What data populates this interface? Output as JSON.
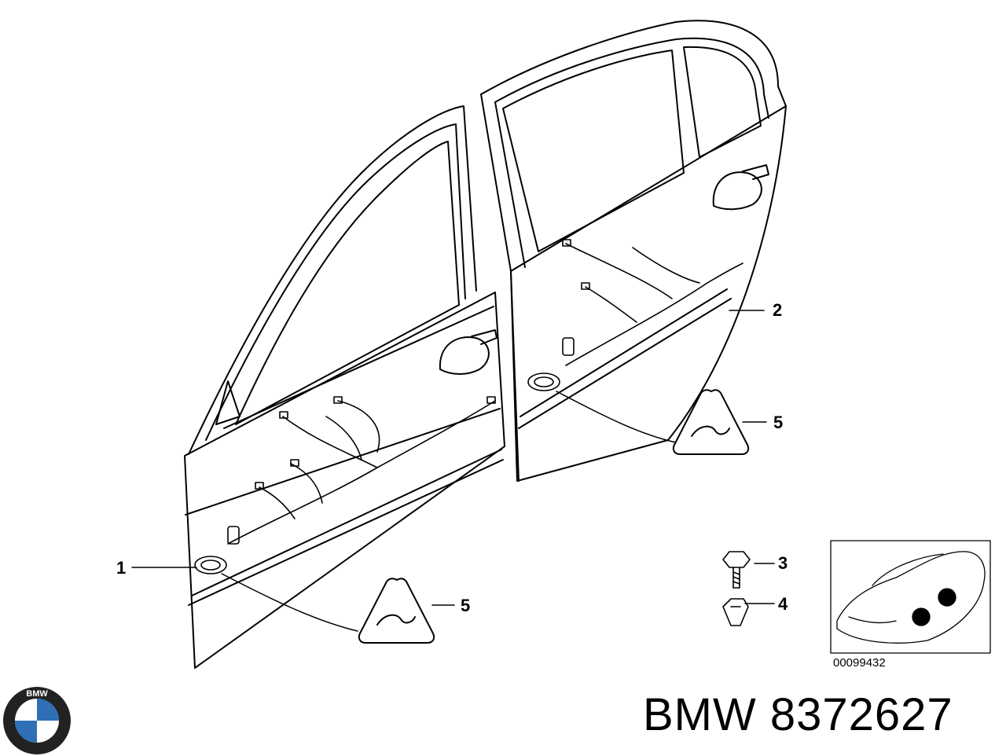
{
  "callouts": {
    "c1": "1",
    "c2": "2",
    "c3": "3",
    "c4": "4",
    "c5a": "5",
    "c5b": "5"
  },
  "inset": {
    "ref_number": "00099432"
  },
  "brand": {
    "caption": "BMW 8372627",
    "logo_letters": "BMW"
  },
  "colors": {
    "line": "#000000",
    "background": "#ffffff",
    "logo_blue": "#2f6fb5"
  }
}
